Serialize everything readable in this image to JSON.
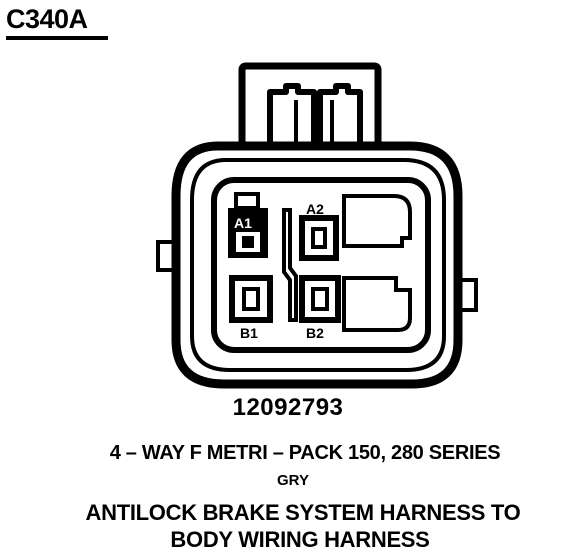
{
  "title": "C340A",
  "part_number": "12092793",
  "description": {
    "line1": "4 – WAY F METRI – PACK 150, 280 SERIES",
    "color": "GRY",
    "line3": "ANTILOCK BRAKE SYSTEM HARNESS TO",
    "line4": "BODY WIRING HARNESS"
  },
  "pins": {
    "a1": "A1",
    "a2": "A2",
    "b1": "B1",
    "b2": "B2"
  }
}
